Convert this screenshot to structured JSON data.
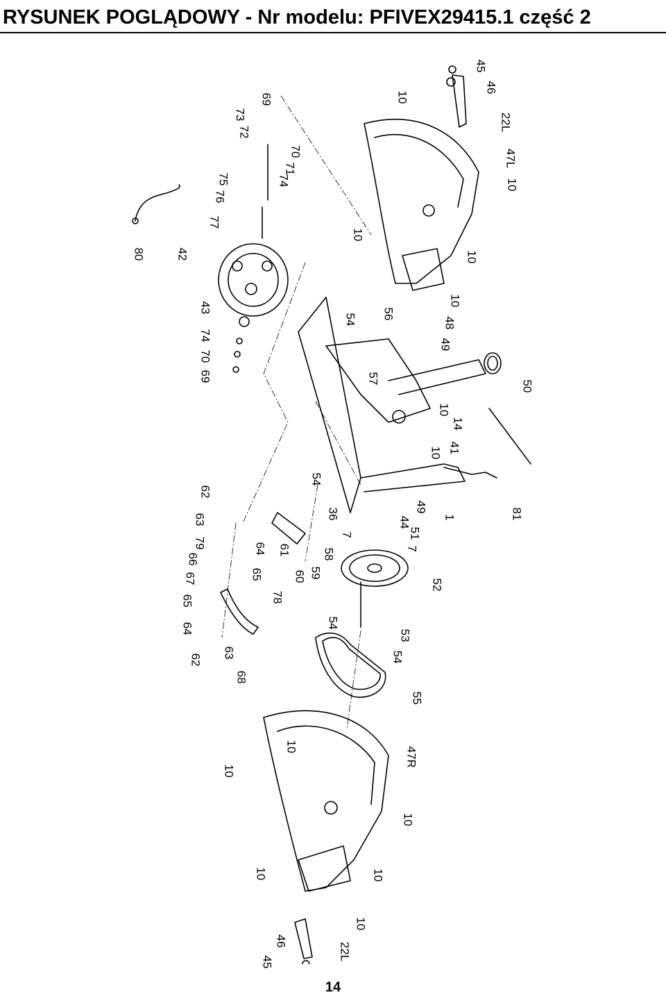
{
  "title": "RYSUNEK POGLĄDOWY - Nr modelu: PFIVEX29415.1 część 2",
  "page_number": "14",
  "part_labels": [
    "10",
    "45",
    "46",
    "22L",
    "47L",
    "10",
    "69",
    "73",
    "72",
    "70",
    "71",
    "74",
    "75",
    "76",
    "77",
    "80",
    "42",
    "10",
    "10",
    "10",
    "43",
    "74",
    "70",
    "69",
    "54",
    "56",
    "48",
    "49",
    "57",
    "50",
    "10",
    "14",
    "41",
    "10",
    "54",
    "36",
    "62",
    "63",
    "79",
    "66",
    "67",
    "65",
    "64",
    "64",
    "65",
    "61",
    "60",
    "58",
    "59",
    "7",
    "49",
    "44",
    "51",
    "7",
    "1",
    "81",
    "52",
    "78",
    "62",
    "63",
    "68",
    "54",
    "53",
    "54",
    "55",
    "47R",
    "10",
    "10",
    "10",
    "10",
    "10",
    "10",
    "46",
    "45",
    "22L"
  ]
}
